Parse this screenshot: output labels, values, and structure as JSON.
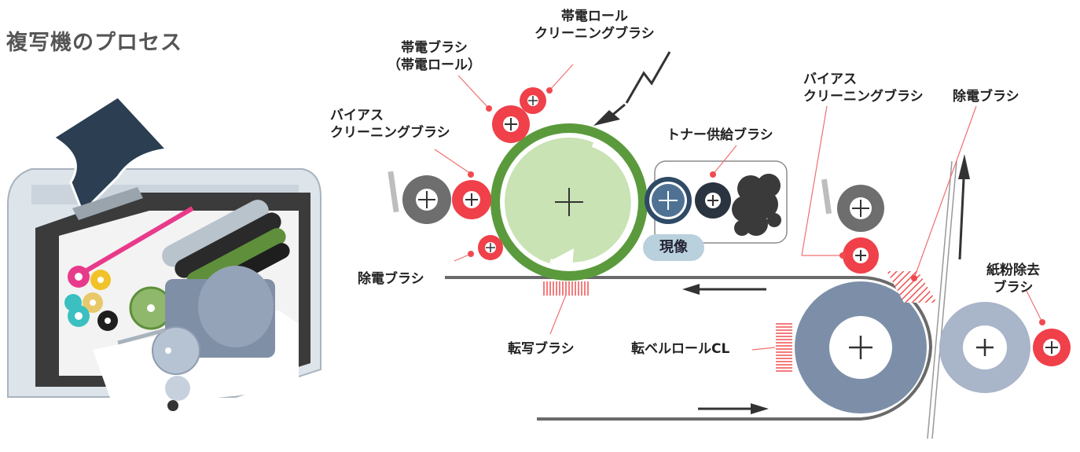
{
  "title": "複写機のプロセス",
  "labels": {
    "charge_roll_cleaning": [
      "帯電ロール",
      "クリーニングブラシ"
    ],
    "charge_brush": [
      "帯電ブラシ",
      "（帯電ロール）"
    ],
    "bias_cleaning_left": [
      "バイアス",
      "クリーニングブラシ"
    ],
    "toner_supply": "トナー供給ブラシ",
    "development": "現像",
    "discharge_left": "除電ブラシ",
    "transfer_brush": "転写ブラシ",
    "belt_roll_cl": "転ベルロールCL",
    "bias_cleaning_right": [
      "バイアス",
      "クリーニングブラシ"
    ],
    "discharge_right": "除電ブラシ",
    "paper_dust": [
      "紙粉除去",
      "ブラシ"
    ]
  },
  "colors": {
    "brush_red": "#f0404a",
    "drum_green": "#5a9a3c",
    "drum_light": "#c9e3b4",
    "roller_gray": "#6e6e6e",
    "belt_roll_blue": "#7d8fa8",
    "paper_roll_blue": "#a9b5c9",
    "dev_navy": "#2f4a66",
    "leader_red": "#f07070"
  }
}
